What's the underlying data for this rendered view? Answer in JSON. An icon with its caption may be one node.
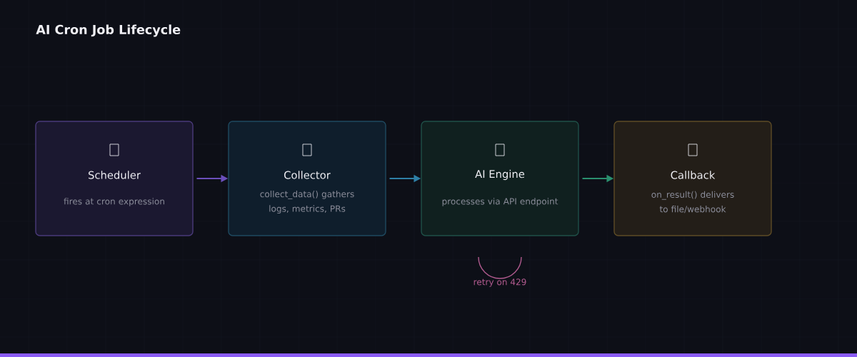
{
  "diagram": {
    "title": "AI Cron Job Lifecycle",
    "nodes": [
      {
        "text": [
          "Scheduler",
          "fires at cron expression"
        ]
      },
      {
        "text": [
          "Collector",
          "collect_data() gathers logs, metrics, PRs"
        ]
      },
      {
        "text": [
          "AI Engine",
          "processes via API endpoint"
        ]
      },
      {
        "text": [
          "Callback",
          "on_result() delivers to file/webhook"
        ]
      }
    ],
    "edges": [
      {
        "from": 0,
        "to": 1,
        "arrow": "to",
        "color": "#6b4fbb"
      },
      {
        "from": 1,
        "to": 2,
        "arrow": "to",
        "color": "#2e7fa6"
      },
      {
        "from": 2,
        "to": 3,
        "arrow": "to",
        "color": "#2a8f6e"
      }
    ],
    "labels": [
      "retry on 429"
    ]
  }
}
